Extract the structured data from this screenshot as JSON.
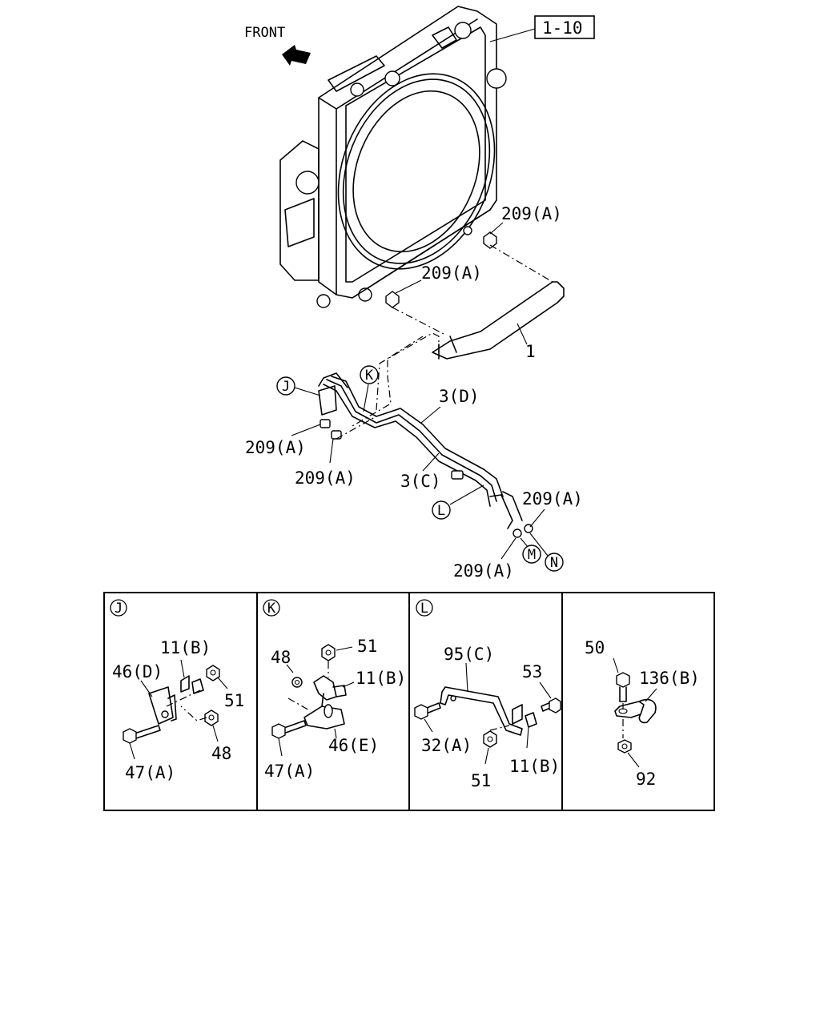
{
  "front_label": "FRONT",
  "ref_box": "1-10",
  "callouts": {
    "c209a_1": "209(A)",
    "c209a_2": "209(A)",
    "c1": "1",
    "c3d": "3(D)",
    "c3c": "3(C)",
    "c209a_3": "209(A)",
    "c209a_4": "209(A)",
    "c209a_5": "209(A)",
    "c209a_6": "209(A)"
  },
  "markers": {
    "j": "J",
    "k": "K",
    "l": "L",
    "m": "M",
    "n": "N"
  },
  "detail_j": {
    "marker": "J",
    "p11b": "11(B)",
    "p46d": "46(D)",
    "p51": "51",
    "p48": "48",
    "p47a": "47(A)"
  },
  "detail_k": {
    "marker": "K",
    "p48": "48",
    "p51": "51",
    "p11b": "11(B)",
    "p46e": "46(E)",
    "p47a": "47(A)"
  },
  "detail_l": {
    "marker": "L",
    "p95c": "95(C)",
    "p53": "53",
    "p32a": "32(A)",
    "p51": "51",
    "p11b": "11(B)"
  },
  "detail_4": {
    "p50": "50",
    "p136b": "136(B)",
    "p92": "92"
  }
}
